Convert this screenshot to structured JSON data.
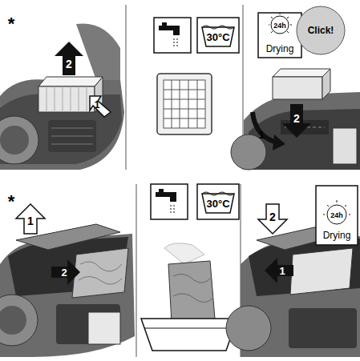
{
  "diagram": {
    "labels": [
      "*",
      "2",
      "1",
      "30°C",
      "24h",
      "Drying",
      "Click!",
      "1",
      "2",
      "*",
      "1",
      "2",
      "30°C",
      "2",
      "1",
      "24h",
      "Drying"
    ]
  }
}
